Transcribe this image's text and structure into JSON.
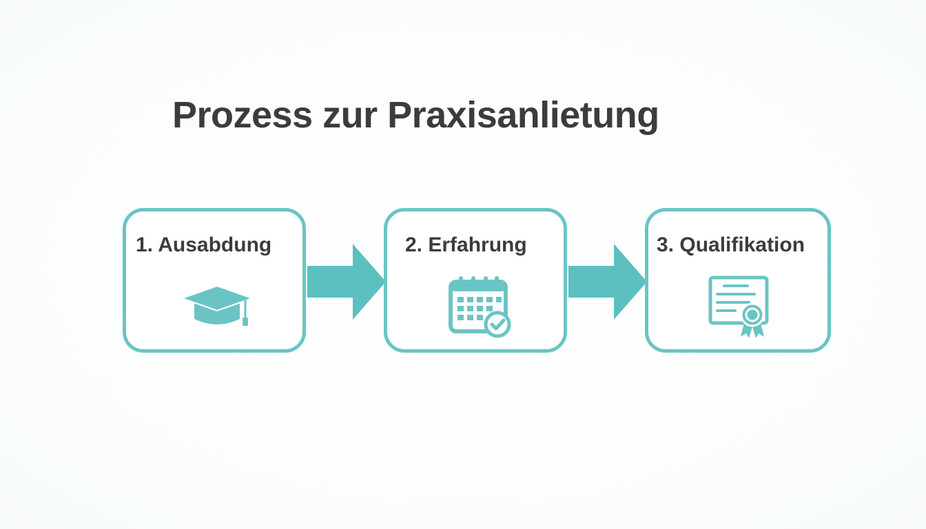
{
  "diagram": {
    "title": "Prozess zur Praxisanlietung",
    "accent_color": "#6bc4c4",
    "text_color": "#3c3c3c",
    "steps": [
      {
        "label": "1. Ausabdung",
        "icon": "graduation-cap-icon"
      },
      {
        "label": "2. Erfahrung",
        "icon": "calendar-check-icon"
      },
      {
        "label": "3. Qualifikation",
        "icon": "certificate-icon"
      }
    ],
    "connectors": [
      {
        "from": "1. Ausabdung",
        "to": "2. Erfahrung",
        "icon": "arrow-right-icon"
      },
      {
        "from": "2. Erfahrung",
        "to": "3. Qualifikation",
        "icon": "arrow-right-icon"
      }
    ]
  }
}
